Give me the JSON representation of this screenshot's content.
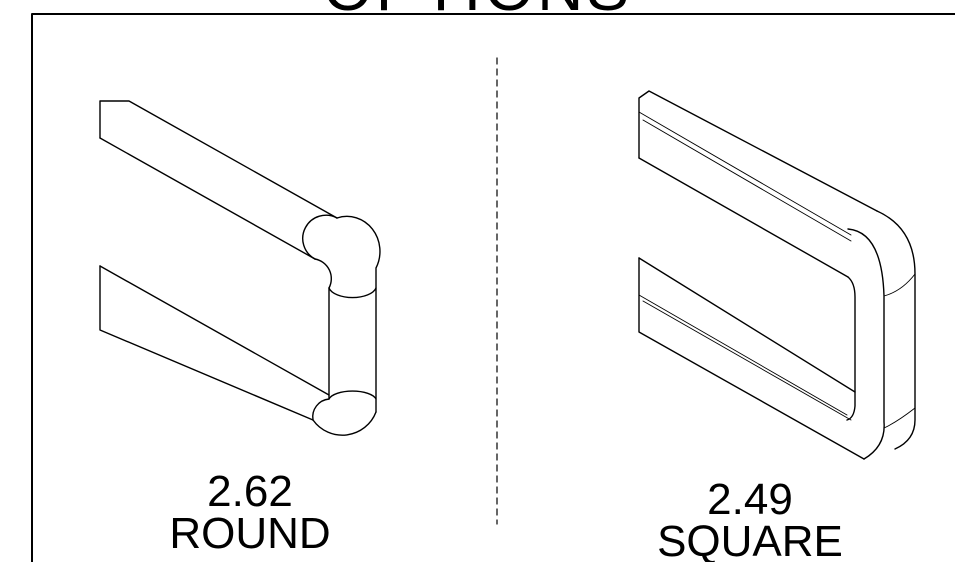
{
  "title": "OPTIONS",
  "options": [
    {
      "value": "2.62",
      "name": "ROUND"
    },
    {
      "value": "2.49",
      "name": "SQUARE"
    }
  ],
  "colors": {
    "line": "#000000",
    "background": "#ffffff"
  }
}
